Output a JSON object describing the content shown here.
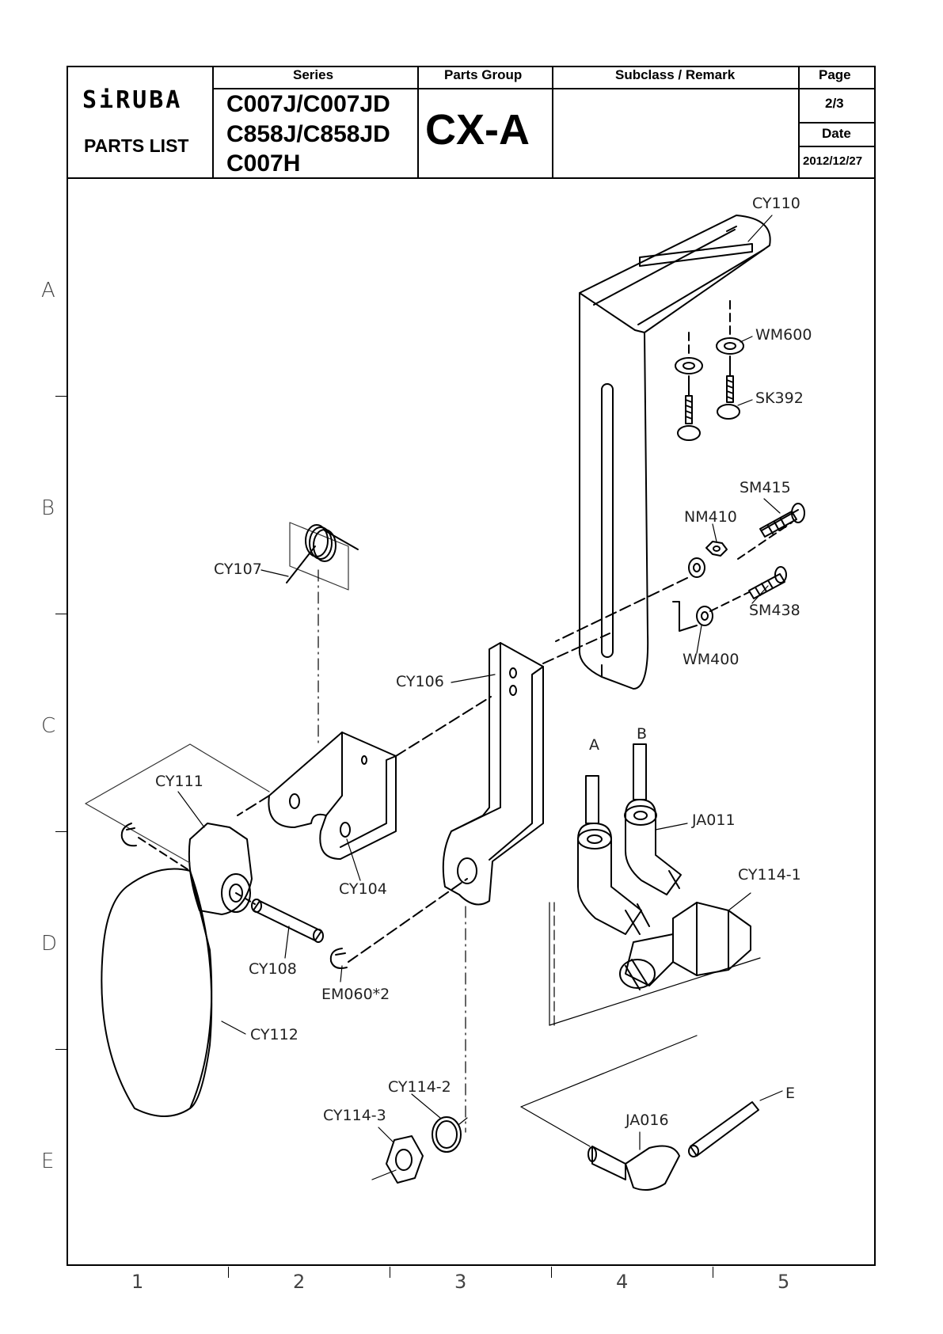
{
  "header": {
    "brand": "SiRUBA",
    "doc_type": "PARTS  LIST",
    "series_label": "Series",
    "series_lines": [
      "C007J/C007JD",
      "C858J/C858JD",
      "C007H"
    ],
    "parts_group_label": "Parts Group",
    "parts_group": "CX-A",
    "subclass_label": "Subclass / Remark",
    "subclass": "",
    "page_label": "Page",
    "page": "2/3",
    "date_label": "Date",
    "date": "2012/12/27"
  },
  "grid": {
    "rows": [
      "A",
      "B",
      "C",
      "D",
      "E"
    ],
    "columns": [
      "1",
      "2",
      "3",
      "4",
      "5"
    ]
  },
  "parts": [
    {
      "code": "CY110"
    },
    {
      "code": "WM600"
    },
    {
      "code": "SK392"
    },
    {
      "code": "SM415"
    },
    {
      "code": "NM410"
    },
    {
      "code": "SM438"
    },
    {
      "code": "WM400"
    },
    {
      "code": "CY107"
    },
    {
      "code": "CY106"
    },
    {
      "code": "CY111"
    },
    {
      "code": "CY104"
    },
    {
      "code": "CY108"
    },
    {
      "code": "EM060*2"
    },
    {
      "code": "CY112"
    },
    {
      "code": "JA011"
    },
    {
      "code": "CY114-1"
    },
    {
      "code": "CY114-2"
    },
    {
      "code": "CY114-3"
    },
    {
      "code": "JA016"
    }
  ],
  "hose_labels": [
    "A",
    "B",
    "E"
  ]
}
